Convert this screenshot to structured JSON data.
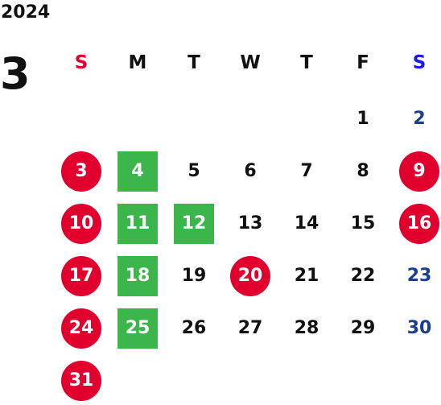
{
  "year": "2024",
  "month": "3",
  "weekdays": [
    "S",
    "M",
    "T",
    "W",
    "T",
    "F",
    "S"
  ],
  "colors": {
    "holiday": "#e1002d",
    "highlight": "#3cb54a",
    "saturday": "#1a3f8f",
    "header_saturday": "#1a1aee"
  },
  "weeks": [
    [
      null,
      null,
      null,
      null,
      null,
      {
        "d": "1"
      },
      {
        "d": "2",
        "style": "sat"
      }
    ],
    [
      {
        "d": "3",
        "style": "circle"
      },
      {
        "d": "4",
        "style": "square"
      },
      {
        "d": "5"
      },
      {
        "d": "6"
      },
      {
        "d": "7"
      },
      {
        "d": "8"
      },
      {
        "d": "9",
        "style": "circle"
      }
    ],
    [
      {
        "d": "10",
        "style": "circle"
      },
      {
        "d": "11",
        "style": "square"
      },
      {
        "d": "12",
        "style": "square"
      },
      {
        "d": "13"
      },
      {
        "d": "14"
      },
      {
        "d": "15"
      },
      {
        "d": "16",
        "style": "circle"
      }
    ],
    [
      {
        "d": "17",
        "style": "circle"
      },
      {
        "d": "18",
        "style": "square"
      },
      {
        "d": "19"
      },
      {
        "d": "20",
        "style": "circle"
      },
      {
        "d": "21"
      },
      {
        "d": "22"
      },
      {
        "d": "23",
        "style": "sat"
      }
    ],
    [
      {
        "d": "24",
        "style": "circle"
      },
      {
        "d": "25",
        "style": "square"
      },
      {
        "d": "26"
      },
      {
        "d": "27"
      },
      {
        "d": "28"
      },
      {
        "d": "29"
      },
      {
        "d": "30",
        "style": "sat"
      }
    ],
    [
      {
        "d": "31",
        "style": "circle"
      },
      null,
      null,
      null,
      null,
      null,
      null
    ]
  ]
}
